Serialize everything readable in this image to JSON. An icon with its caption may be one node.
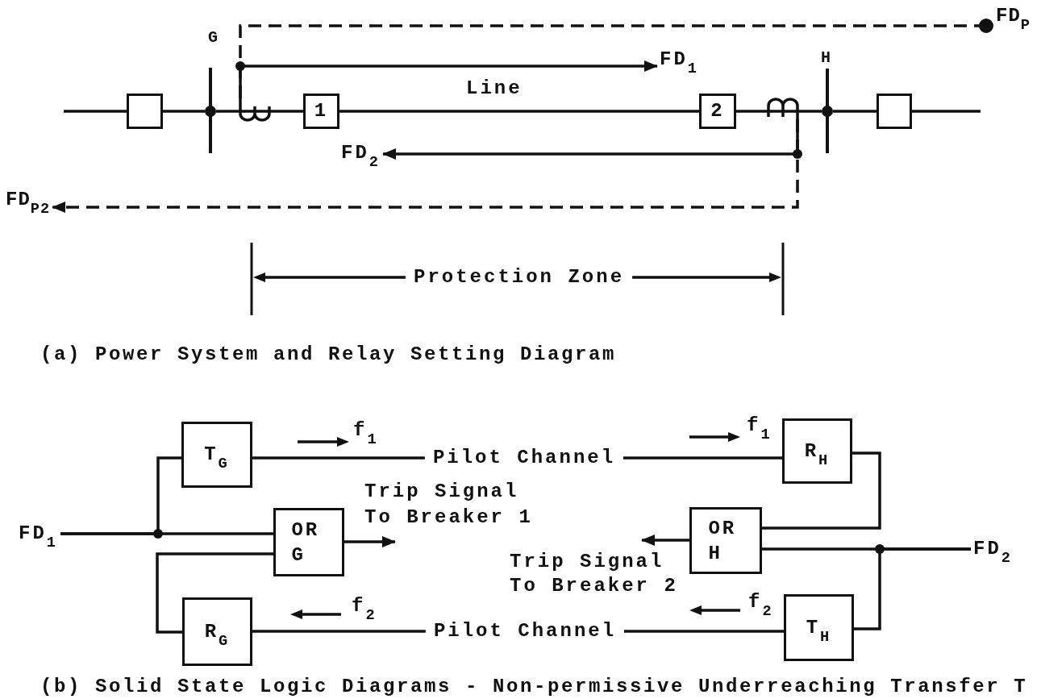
{
  "diagram": {
    "nodes": [
      {
        "text": [],
        "shape": "box"
      },
      {
        "text": [],
        "shape": "bar",
        "beside": [
          "G"
        ]
      },
      {
        "text": [],
        "shape": "coil"
      },
      {
        "text": [
          "1"
        ]
      },
      {
        "text": [
          "2"
        ]
      },
      {
        "text": [],
        "shape": "coil"
      },
      {
        "text": [],
        "shape": "bar",
        "beside": [
          "H"
        ]
      },
      {
        "text": [],
        "shape": "box"
      },
      {
        "text": [
          "FD$_{P}$"
        ]
      },
      {
        "text": [
          "FD$_{1}$"
        ]
      },
      {
        "text": [
          "FD$_{2}$"
        ]
      },
      {
        "text": [
          "FD$_{P2}$"
        ]
      },
      {
        "text": [
          "T$_{G}$"
        ]
      },
      {
        "text": [
          "R$_{H}$"
        ]
      },
      {
        "text": [
          "FD$_{1}$"
        ]
      },
      {
        "text": [
          "OR G"
        ]
      },
      {
        "text": [
          "OR H"
        ]
      },
      {
        "text": [
          "FD$_{2}$"
        ]
      },
      {
        "text": [
          "R$_{G}$"
        ]
      },
      {
        "text": [
          "T$_{H}$"
        ]
      }
    ],
    "edges": [
      {
        "from": null,
        "to": 0,
        "arrow": "none"
      },
      {
        "from": 0,
        "to": 1,
        "arrow": "none"
      },
      {
        "from": 1,
        "to": 2,
        "arrow": "none"
      },
      {
        "from": 2,
        "to": 3,
        "arrow": "none"
      },
      {
        "from": 3,
        "to": 4,
        "arrow": "none",
        "label": "Line"
      },
      {
        "from": 4,
        "to": 5,
        "arrow": "none"
      },
      {
        "from": 5,
        "to": 6,
        "arrow": "none"
      },
      {
        "from": 6,
        "to": 7,
        "arrow": "none"
      },
      {
        "from": 7,
        "to": null,
        "arrow": "none"
      },
      {
        "from": 2,
        "to": 8,
        "arrow": "other",
        "style": "dashed"
      },
      {
        "from": 2,
        "to": 9,
        "arrow": "to"
      },
      {
        "from": 5,
        "to": 10,
        "arrow": "to"
      },
      {
        "from": 5,
        "to": 11,
        "arrow": "to",
        "style": "dashed"
      },
      {
        "from": 14,
        "to": 12,
        "arrow": "none"
      },
      {
        "from": 14,
        "to": 15,
        "arrow": "none"
      },
      {
        "from": 12,
        "to": 13,
        "arrow": "none",
        "label": "Pilot Channel"
      },
      {
        "from": 13,
        "to": 16,
        "arrow": "none"
      },
      {
        "from": 15,
        "to": null,
        "arrow": "to",
        "label": "Trip Signal To Breaker 1"
      },
      {
        "from": 16,
        "to": null,
        "arrow": "to",
        "label": "Trip Signal To Breaker 2"
      },
      {
        "from": 17,
        "to": 16,
        "arrow": "none"
      },
      {
        "from": 17,
        "to": 19,
        "arrow": "none"
      },
      {
        "from": 19,
        "to": 18,
        "arrow": "none",
        "label": "Pilot Channel"
      },
      {
        "from": 18,
        "to": 15,
        "arrow": "none"
      }
    ],
    "labels": [
      "Protection Zone",
      "(a) Power System and Relay Setting Diagram",
      "f$_{1}$",
      "f$_{1}$",
      "f$_{2}$",
      "f$_{2}$",
      "(b) Solid State Logic Diagrams - Non-permissive Underreaching Transfer T"
    ]
  }
}
